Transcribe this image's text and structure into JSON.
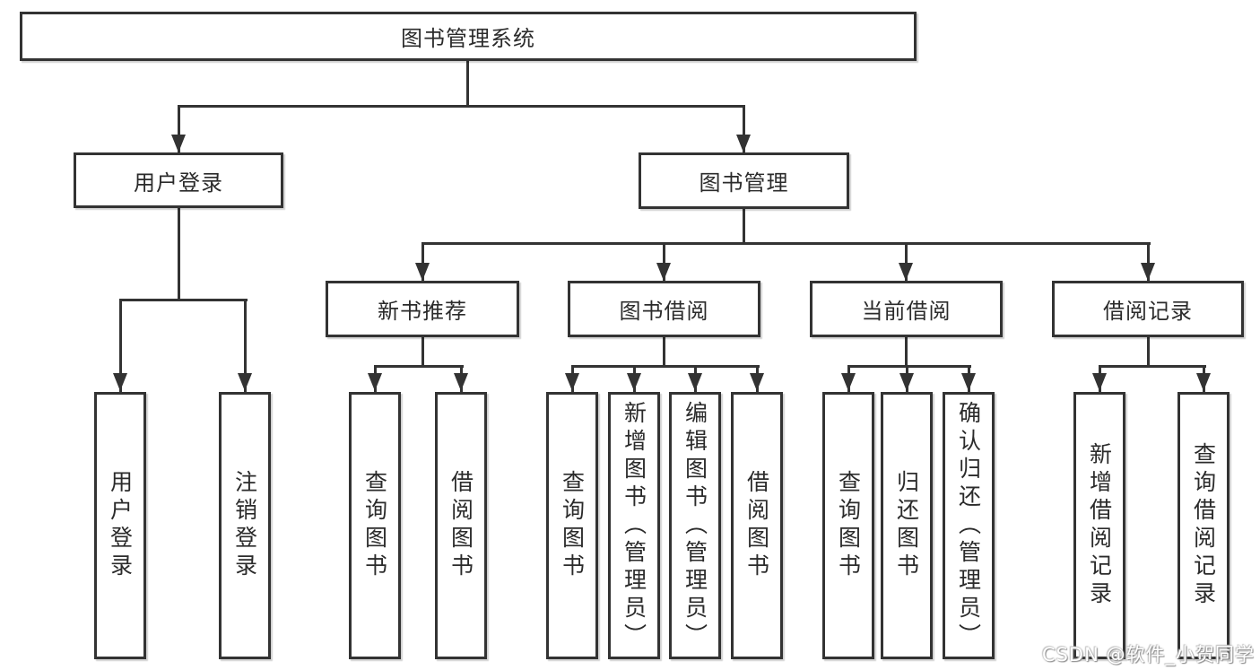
{
  "tree": {
    "label": "图书管理系统",
    "children": [
      {
        "label": "用户登录",
        "children": [
          {
            "label": "用户登录"
          },
          {
            "label": "注销登录"
          }
        ]
      },
      {
        "label": "图书管理",
        "children": [
          {
            "label": "新书推荐",
            "children": [
              {
                "label": "查询图书"
              },
              {
                "label": "借阅图书"
              }
            ]
          },
          {
            "label": "图书借阅",
            "children": [
              {
                "label": "查询图书"
              },
              {
                "label": "新增图书（管理员）"
              },
              {
                "label": "编辑图书（管理员）"
              },
              {
                "label": "借阅图书"
              }
            ]
          },
          {
            "label": "当前借阅",
            "children": [
              {
                "label": "查询图书"
              },
              {
                "label": "归还图书"
              },
              {
                "label": "确认归还（管理员）"
              }
            ]
          },
          {
            "label": "借阅记录",
            "children": [
              {
                "label": "新增借阅记录"
              },
              {
                "label": "查询借阅记录"
              }
            ]
          }
        ]
      }
    ]
  },
  "watermark": "CSDN @软件_小贺同学",
  "colors": {
    "line": "#333333",
    "box_bg": "#ffffff",
    "text": "#2b2b2b",
    "wm": "#ffffff"
  }
}
